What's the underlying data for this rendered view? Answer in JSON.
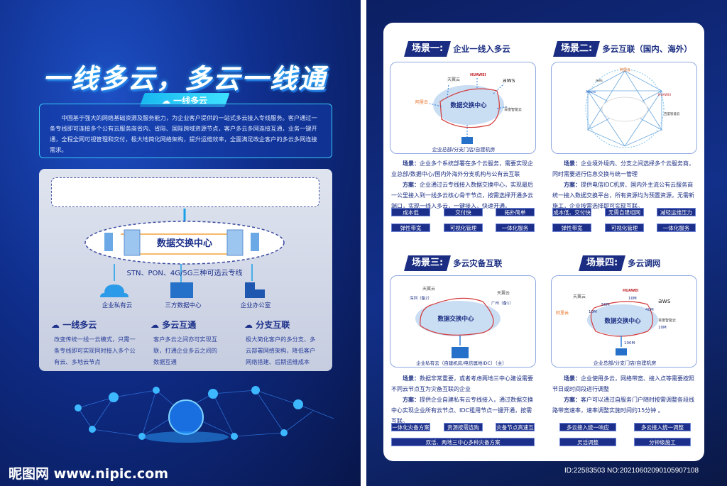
{
  "left": {
    "title": "一线多云，多云一线通",
    "badge": "一线多云",
    "intro": "中国基于强大的网络基础资源及服务能力，为企业客户提供的一站式多云接入专线服务。客户通过一条专线即可连接多个公有云服务商省内、省际、国际跨域资源节点，客户多云多网连接互通，业务一键开通，全程全网可视管理和交付，极大地简化网络架构，提升运维效率，全面满足政企客户的多云多网连接需求。",
    "center": "数据交换中心",
    "lines": "STN、PON、4G/5G三种可选云专线",
    "endpoints": [
      "企业私有云",
      "三方数据中心",
      "企业办公室"
    ],
    "features": [
      {
        "title": "一线多云",
        "text": "改变传统一线一云模式，只需一条专线即可实现同时接入多个公有云、多地云节点",
        "icon": "multi-cloud-icon"
      },
      {
        "title": "多云互通",
        "text": "客户多云之间亦可实现互联，打通企业多云之间的数据互通",
        "icon": "cloud-icon"
      },
      {
        "title": "分支互联",
        "text": "极大简化客户的多分支、多云部署网络架构，降低客户网络搭建、后期运维成本",
        "icon": "cloud-network-icon"
      }
    ],
    "watermark": "昵图网 www.nipic.com"
  },
  "right": {
    "id_text": "ID:22583503 NO:20210602090105907108",
    "scenarios": [
      {
        "label": "场景一:",
        "title": "企业一线入多云",
        "diagram": {
          "center": "数据交换中心",
          "clouds": [
            "天翼云",
            "HUAWEI",
            "aws",
            "阿里云",
            "百度智能云"
          ],
          "bottom": "企业总部/分支门店/自建机房"
        },
        "scene_label": "场景：",
        "scene": "企业多个系统部署在多个云服务，需要实现企业总部/数据中心/国内外海外分支机构与公有云互联",
        "plan_label": "方案：",
        "plan": "企业通过云专线接入数据交换中心，实现最后一公里接入到一线多云核心骨干节点，按需选择开通多云端口，实现一线入多云，一键接入，快速开通。",
        "tags": [
          "成本低",
          "交付快",
          "拓扑简单",
          "弹性带宽",
          "可视化管理",
          "一体化服务"
        ]
      },
      {
        "label": "场景二:",
        "title": "多云互联（国内、海外）",
        "diagram": {
          "clouds": [
            "阿里云",
            "aws",
            "Azure",
            "HUAWEI",
            "百度智能云"
          ]
        },
        "scene_label": "场景：",
        "scene": "企业境外境内、分支之间选择多个云服务商，同时需要进行信息交换与统一管理",
        "plan_label": "方案：",
        "plan": "提供电信IDC机房、国内外主流公有云服务商统一接入数据交换平台，所有资源均为预置资源，无需新施工，企业按需选择即可实现互联。",
        "tags": [
          "成本低、交付快",
          "无需自建组网",
          "减轻运维压力",
          "弹性带宽",
          "可视化管理",
          "一体化服务"
        ]
      },
      {
        "label": "场景三:",
        "title": "多云灾备互联",
        "diagram": {
          "center": "数据交换中心",
          "clouds": [
            "天翼云",
            "天翼云"
          ],
          "nodes": [
            "深圳（备2）",
            "广州（备1）"
          ],
          "bottom": "企业私有云（自建机房/电信属地IDC）（主）"
        },
        "scene_label": "场景：",
        "scene": "数据非常重要，或者考虑两地三中心建设需要不同云节点互为灾备互联的企业",
        "plan_label": "方案：",
        "plan": "提供企业自建私有云专线接入，通过数据交换中心实现企业所有云节点、IDC租用节点一键开通，按需互联。",
        "tags": [
          "一体化灾备方案",
          "资源按需选购",
          "灾备节点高速互联",
          "双活、两地三中心多种灾备方案"
        ]
      },
      {
        "label": "场景四:",
        "title": "多云调网",
        "diagram": {
          "center": "数据交换中心",
          "clouds": [
            "天翼云",
            "HUAWEI",
            "aws",
            "阿里云",
            "百度智能云"
          ],
          "bandwidths": [
            "50M",
            "10M",
            "40M",
            "10M",
            "10M",
            "100M"
          ],
          "bottom": "企业总部/分支门店/自建机房"
        },
        "scene_label": "场景：",
        "scene": "企业使用多云，网络带宽、接入点等需要按照节日或时间段进行调整",
        "plan_label": "方案：",
        "plan": "客户可以通过自服务门户随时按需调整各段线路带宽速率，速率调整实施时间约15分钟 。",
        "tags": [
          "多云接入统一响应",
          "多云接入统一调整",
          "灵活调整",
          "分钟级施工"
        ]
      }
    ]
  },
  "colors": {
    "primary": "#1a2d82",
    "accent": "#37c8f5",
    "border": "#d33a3a"
  }
}
